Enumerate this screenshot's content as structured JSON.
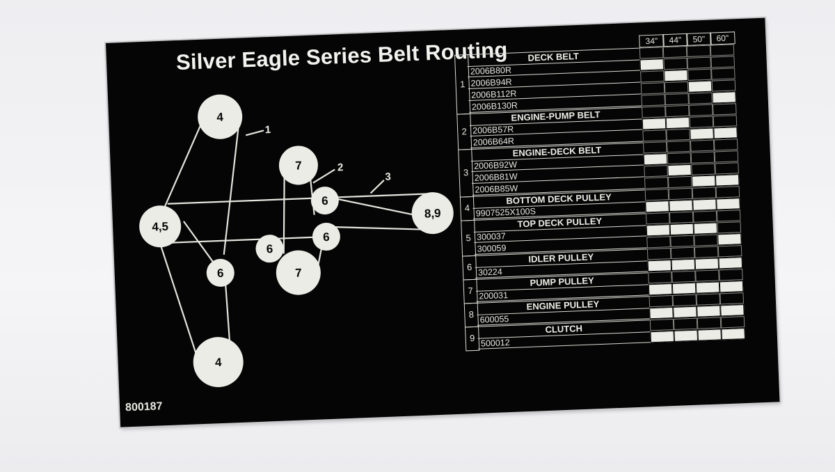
{
  "title": "Silver Eagle Series Belt Routing",
  "part_code": "800187",
  "colors": {
    "background": "#050505",
    "print": "#ececE6",
    "wall": "#f3f3f5"
  },
  "sizes": [
    "34\"",
    "44\"",
    "50\"",
    "60\""
  ],
  "pulleys": [
    {
      "id": "p-top4",
      "label": "4"
    },
    {
      "id": "p-45",
      "label": "4,5"
    },
    {
      "id": "p-bot4",
      "label": "4"
    },
    {
      "id": "p-left6",
      "label": "6"
    },
    {
      "id": "p-7top",
      "label": "7"
    },
    {
      "id": "p-6a",
      "label": "6"
    },
    {
      "id": "p-89",
      "label": "8,9"
    },
    {
      "id": "p-6b",
      "label": "6"
    },
    {
      "id": "p-6c",
      "label": "6"
    },
    {
      "id": "p-7bot",
      "label": "7"
    }
  ],
  "belt_labels": [
    "1",
    "2",
    "3"
  ],
  "groups": [
    {
      "num": "1",
      "header": "DECK BELT",
      "parts": [
        {
          "code": "2006B80R",
          "fit": [
            1,
            0,
            0,
            0
          ]
        },
        {
          "code": "2006B94R",
          "fit": [
            0,
            1,
            0,
            0
          ]
        },
        {
          "code": "2006B112R",
          "fit": [
            0,
            0,
            1,
            0
          ]
        },
        {
          "code": "2006B130R",
          "fit": [
            0,
            0,
            0,
            1
          ]
        }
      ]
    },
    {
      "num": "2",
      "header": "ENGINE-PUMP BELT",
      "parts": [
        {
          "code": "2006B57R",
          "fit": [
            1,
            1,
            0,
            0
          ]
        },
        {
          "code": "2006B64R",
          "fit": [
            0,
            0,
            1,
            1
          ]
        }
      ]
    },
    {
      "num": "3",
      "header": "ENGINE-DECK BELT",
      "parts": [
        {
          "code": "2006B92W",
          "fit": [
            1,
            0,
            0,
            0
          ]
        },
        {
          "code": "2006B81W",
          "fit": [
            0,
            1,
            0,
            0
          ]
        },
        {
          "code": "2006B85W",
          "fit": [
            0,
            0,
            1,
            1
          ]
        }
      ]
    },
    {
      "num": "4",
      "header": "BOTTOM DECK PULLEY",
      "parts": [
        {
          "code": "9907525X100S",
          "fit": [
            1,
            1,
            1,
            1
          ]
        }
      ]
    },
    {
      "num": "5",
      "header": "TOP DECK PULLEY",
      "parts": [
        {
          "code": "300037",
          "fit": [
            1,
            1,
            1,
            0
          ]
        },
        {
          "code": "300059",
          "fit": [
            0,
            0,
            0,
            1
          ]
        }
      ]
    },
    {
      "num": "6",
      "header": "IDLER PULLEY",
      "parts": [
        {
          "code": "30224",
          "fit": [
            1,
            1,
            1,
            1
          ]
        }
      ]
    },
    {
      "num": "7",
      "header": "PUMP PULLEY",
      "parts": [
        {
          "code": "200031",
          "fit": [
            1,
            1,
            1,
            1
          ]
        }
      ]
    },
    {
      "num": "8",
      "header": "ENGINE PULLEY",
      "parts": [
        {
          "code": "600055",
          "fit": [
            1,
            1,
            1,
            1
          ]
        }
      ]
    },
    {
      "num": "9",
      "header": "CLUTCH",
      "parts": [
        {
          "code": "500012",
          "fit": [
            1,
            1,
            1,
            1
          ]
        }
      ]
    }
  ]
}
